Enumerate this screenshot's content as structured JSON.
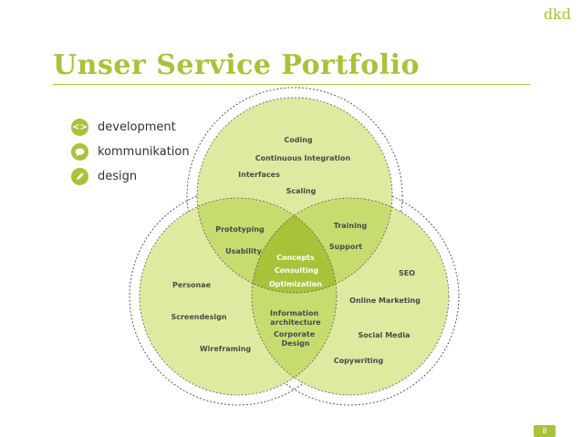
{
  "brand": "dkd",
  "title": "Unser Service Portfolio",
  "legend": [
    {
      "label": "development",
      "icon": "code-icon"
    },
    {
      "label": "kommunikation",
      "icon": "speech-bubble-icon"
    },
    {
      "label": "design",
      "icon": "pencil-icon"
    }
  ],
  "colors": {
    "accent": "#a8c23a",
    "circle_fill": "#dfeaa0",
    "overlap_two": "#c7dc6f",
    "overlap_three": "#a8c23a",
    "circle_border": "#5a5a5a"
  },
  "venn": {
    "development": [
      "Coding",
      "Continuous Integration",
      "Interfaces",
      "Scaling"
    ],
    "development_design": [
      "Prototyping",
      "Usability"
    ],
    "development_kommunikation": [
      "Training",
      "Support"
    ],
    "center": [
      "Concepts",
      "Consulting",
      "Optimization"
    ],
    "design": [
      "Personae",
      "Screendesign",
      "Wireframing"
    ],
    "kommunikation": [
      "SEO",
      "Online Marketing",
      "Social Media",
      "Copywriting"
    ],
    "design_kommunikation": [
      "Information architecture",
      "Corporate Design"
    ]
  },
  "page_number": "8"
}
